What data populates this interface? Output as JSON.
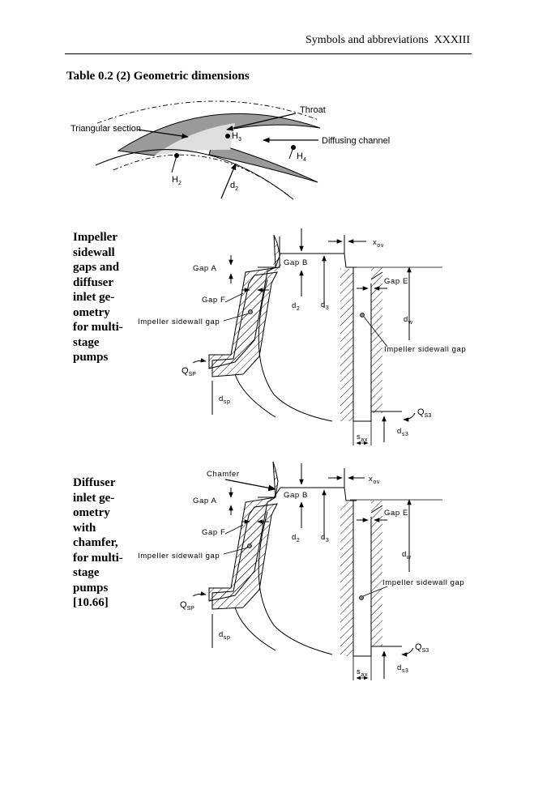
{
  "header": {
    "running_title": "Symbols and abbreviations",
    "page_number": "XXXIII"
  },
  "table_title": "Table 0.2 (2) Geometric dimensions",
  "fig1": {
    "throat": "Throat",
    "triangular_section": "Triangular section",
    "diffusing_channel": "Diffusing channel",
    "h3": "H",
    "h3_sub": "3",
    "h4": "H",
    "h4_sub": "4",
    "h2": "H",
    "h2_sub": "2",
    "d2": "d",
    "d2_sub": "2"
  },
  "fig2": {
    "caption_lines": [
      "Impeller",
      "sidewall",
      "gaps and",
      "diffuser",
      "inlet ge-",
      "ometry",
      "for multi-",
      "stage",
      "pumps"
    ],
    "x_ov": "x",
    "x_ov_sub": "ov",
    "gap_a": "Gap A",
    "gap_b": "Gap B",
    "gap_e": "Gap E",
    "gap_f": "Gap F",
    "d2": "d",
    "d2_sub": "2",
    "d3": "d",
    "d3_sub": "3",
    "dw": "d",
    "dw_sub": "w",
    "isg_left": "Impeller sidewall gap",
    "isg_right": "Impeller sidewall gap",
    "qsp": "Q",
    "qsp_sub": "SP",
    "dsp": "d",
    "dsp_sub": "sp",
    "qs3": "Q",
    "qs3_sub": "S3",
    "sax": "s",
    "sax_sub": "ax",
    "ds3": "d",
    "ds3_sub": "s3"
  },
  "fig3": {
    "caption_lines": [
      "Diffuser",
      "inlet ge-",
      "ometry",
      "with",
      "chamfer,",
      "for multi-",
      "stage",
      "pumps",
      " [10.66]"
    ],
    "chamfer": "Chamfer",
    "x_ov": "x",
    "x_ov_sub": "ov",
    "gap_a": "Gap A",
    "gap_b": "Gap B",
    "gap_e": "Gap E",
    "gap_f": "Gap F",
    "d2": "d",
    "d2_sub": "2",
    "d3": "d",
    "d3_sub": "3",
    "dw": "d",
    "dw_sub": "w",
    "isg_left": "Impeller sidewall gap",
    "isg_right": "Impeller sidewall gap",
    "qsp": "Q",
    "qsp_sub": "SP",
    "dsp": "d",
    "dsp_sub": "sp",
    "qs3": "Q",
    "qs3_sub": "S3",
    "sax": "s",
    "sax_sub": "ax",
    "ds3": "d",
    "ds3_sub": "s3"
  }
}
